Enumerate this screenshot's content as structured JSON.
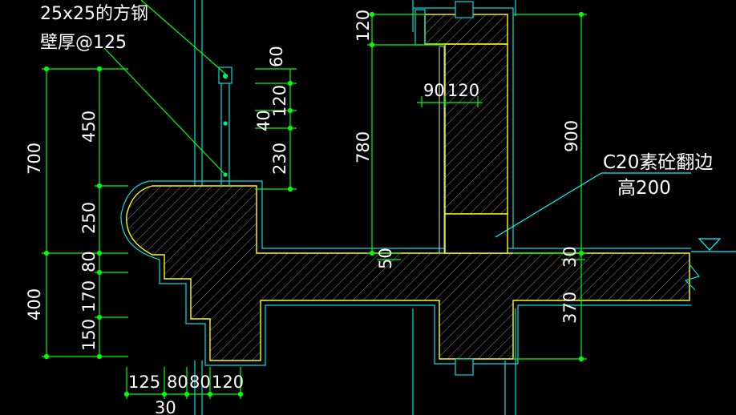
{
  "notes": {
    "steel": "25x25的方钢",
    "wall": "壁厚@125",
    "concrete": "C20素砼翻边",
    "height": "高200"
  },
  "dims": {
    "d700": "700",
    "d450": "450",
    "d250": "250",
    "d400": "400",
    "d80": "80",
    "d170": "170",
    "d150": "150",
    "d60": "60",
    "d120a": "120",
    "d40": "40",
    "d230": "230",
    "d120top": "120",
    "d780": "780",
    "d90": "90",
    "d120mid": "120",
    "d900": "900",
    "d50": "50",
    "d30r": "30",
    "d370": "370",
    "b125": "125",
    "b80a": "80",
    "b80b": "80",
    "b120": "120",
    "b30": "30"
  },
  "colors": {
    "background": "#000000",
    "dimension": "#00ff00",
    "outline": "#00ffff",
    "concrete_edge": "#ffff00",
    "hatch": "#8a8a8a",
    "text": "#ffffff"
  }
}
